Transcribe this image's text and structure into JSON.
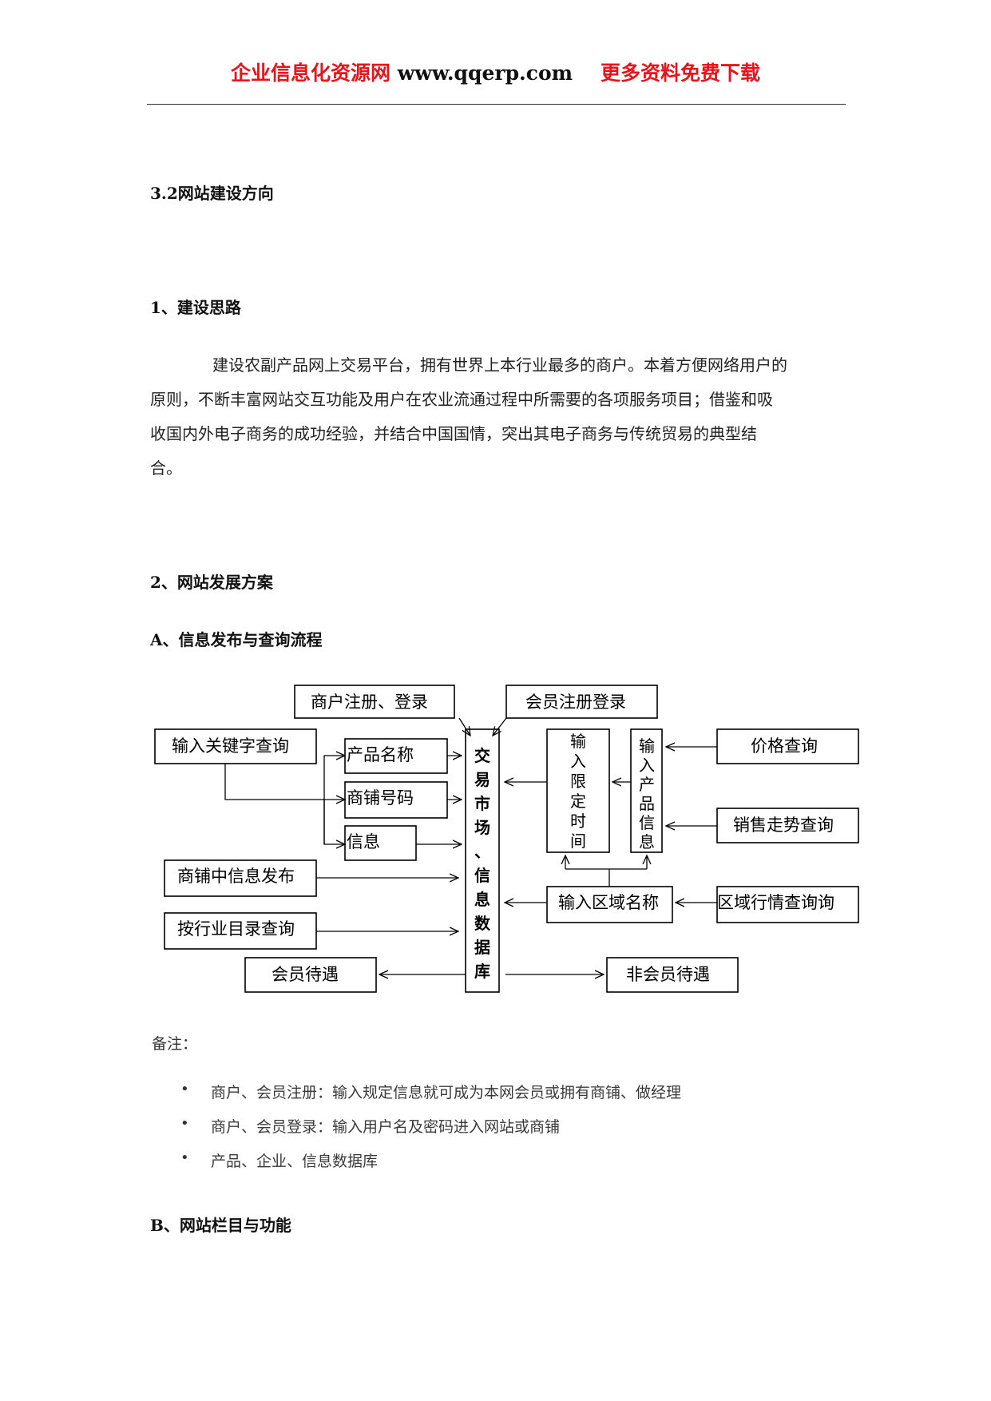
{
  "header": {
    "site_name": "企业信息化资源网",
    "url": "www.qqerp.com",
    "slogan": "更多资料免费下载"
  },
  "section_title": "3.2网站建设方向",
  "part1": {
    "heading": "1、建设思路",
    "lines": [
      "建设农副产品网上交易平台，拥有世界上本行业最多的商户。本着方便网络用户的",
      "原则，不断丰富网站交互功能及用户在农业流通过程中所需要的各项服务项目；借鉴和吸",
      "收国内外电子商务的成功经验，并结合中国国情，突出其电子商务与传统贸易的典型结",
      "合。"
    ]
  },
  "part2": {
    "heading": "2、网站发展方案",
    "sub_a": "A、信息发布与查询流程",
    "sub_b": "B、网站栏目与功能"
  },
  "diagram": {
    "merchant_register": "商户注册、登录",
    "member_register": "会员注册登录",
    "keyword_query": "输入关键字查询",
    "product_name": "产品名称",
    "shop_number": "商铺号码",
    "info": "信息",
    "shop_info_publish": "商铺中信息发布",
    "industry_directory_query": "按行业目录查询",
    "member_treatment": "会员待遇",
    "non_member_treatment": "非会员待遇",
    "database_chars": [
      "交",
      "易",
      "市",
      "场",
      "、",
      "信",
      "息",
      "数",
      "据",
      "库"
    ],
    "time_limit_chars": [
      "输",
      "入",
      "限",
      "定",
      "时",
      "间"
    ],
    "product_info_chars": [
      "输",
      "入",
      "产",
      "品",
      "信",
      "息"
    ],
    "price_query": "价格查询",
    "sales_trend_query": "销售走势查询",
    "region_name": "输入区域名称",
    "region_market_query": "区域行情查询询"
  },
  "notes": {
    "label": "备注：",
    "items": [
      "商户、会员注册：输入规定信息就可成为本网会员或拥有商铺、做经理",
      "商户、会员登录：输入用户名及密码进入网站或商铺",
      "产品、企业、信息数据库"
    ],
    "bullet": "•"
  }
}
